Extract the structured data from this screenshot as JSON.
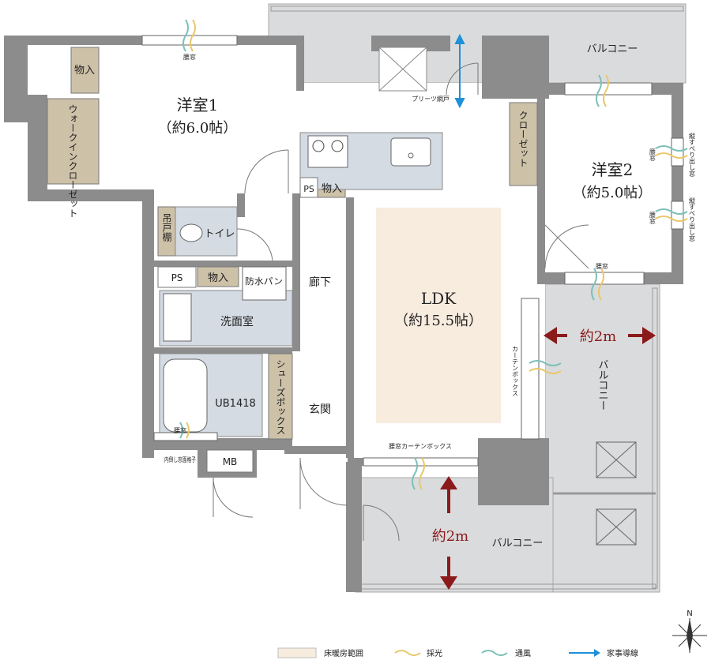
{
  "rooms": {
    "western1_name": "洋室1",
    "western1_size": "（約6.0帖）",
    "western2_name": "洋室2",
    "western2_size": "（約5.0帖）",
    "ldk_name": "LDK",
    "ldk_size": "（約15.5帖）",
    "toilet": "トイレ",
    "washroom": "洗面室",
    "bath": "UB1418",
    "hallway": "廊下",
    "entrance": "玄関",
    "walkin_closet": "ウォークインクローゼット",
    "closet": "クローゼット",
    "shoes_box": "シューズボックス",
    "storage": "物入",
    "hanging_shelf": "吊戸棚",
    "waterproof_pan": "防水パン",
    "ps": "PS",
    "mb": "MB",
    "balcony": "バルコニー"
  },
  "annotations": {
    "waist_window": "腰窓",
    "pleats_screen": "プリーツ網戸",
    "curtain_box": "カーテンボックス",
    "waist_window_curtain_box": "腰窓カーテンボックス",
    "vertical_window": "縦すべり出し窓",
    "inner_window_grille": "内倒し窓面格子",
    "dim_east": "約2m",
    "dim_south": "約2m"
  },
  "legend": {
    "floor_heating": "床暖房範囲",
    "daylight": "採光",
    "ventilation": "通風",
    "housework_path": "家事導線",
    "north": "N"
  },
  "colors": {
    "wall": "#8c8c8c",
    "balcony": "#dadbdd",
    "wet_area": "#d4dbe3",
    "storage": "#cdc1a8",
    "floor_heating": "#f8ecdf",
    "dimension": "#8b1a1a",
    "daylight": "#e8c86a",
    "ventilation": "#7cc0b8",
    "housework": "#1e90d8"
  }
}
